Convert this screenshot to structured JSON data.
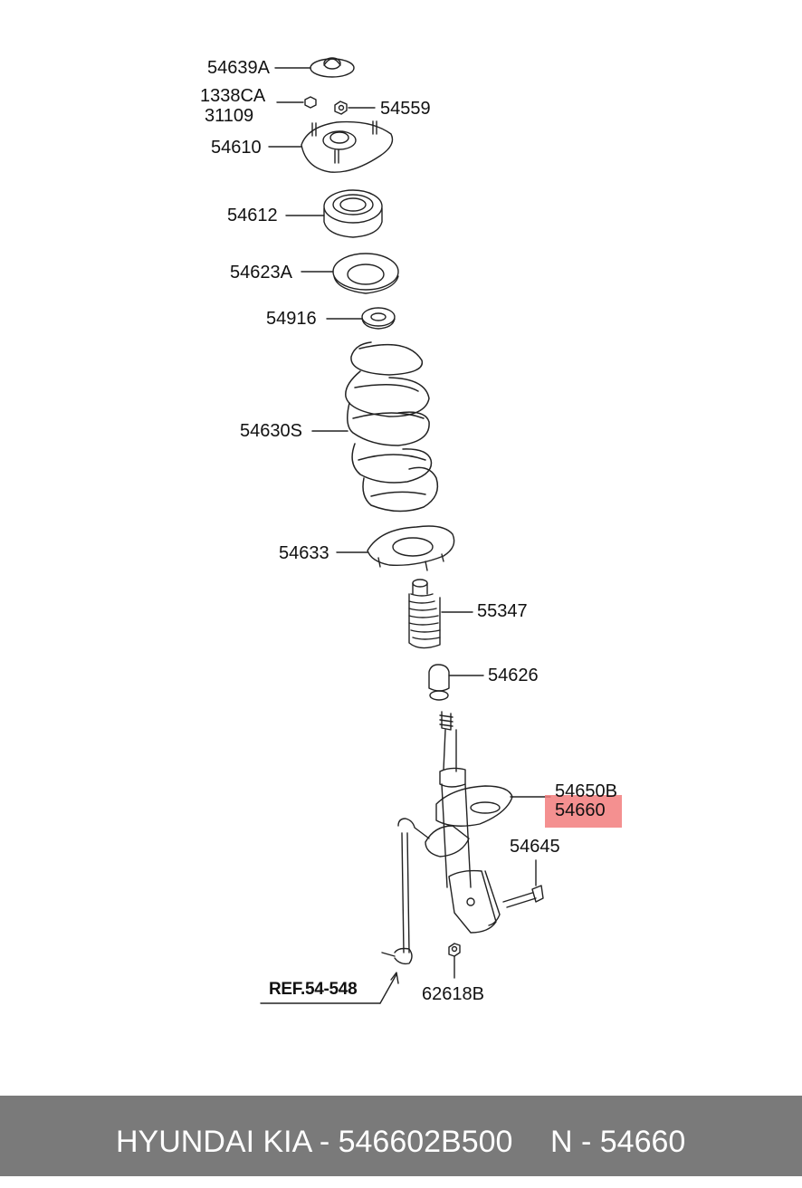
{
  "labels": {
    "p54639A": "54639A",
    "p1338CA": "1338CA",
    "p31109": "31109",
    "p54559": "54559",
    "p54610": "54610",
    "p54612": "54612",
    "p54623A": "54623A",
    "p54916": "54916",
    "p54630S": "54630S",
    "p54633": "54633",
    "p55347": "55347",
    "p54626": "54626",
    "p54650B": "54650B",
    "p54660": "54660",
    "p54645": "54645",
    "p62618B": "62618B",
    "ref": "REF.54-548"
  },
  "highlight": {
    "part": "54660",
    "color": "#f27c7c"
  },
  "footer": {
    "brand_part": "HYUNDAI KIA - 546602B500",
    "ref_part": "N - 54660",
    "background": "#7a7a7a"
  }
}
